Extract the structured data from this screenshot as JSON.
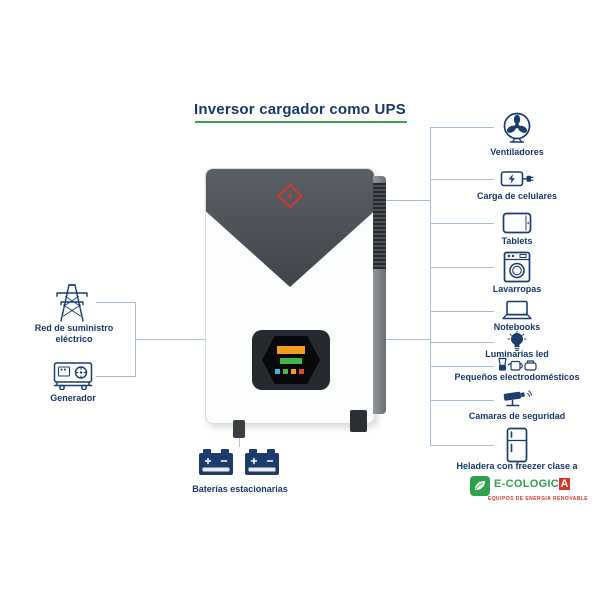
{
  "title": {
    "text": "Inversor cargador como UPS"
  },
  "sources": {
    "grid_label": "Red de suministro eléctrico",
    "generator_label": "Generador",
    "batteries_label": "Baterías estacionarias"
  },
  "loads": [
    {
      "label": "Ventiladores"
    },
    {
      "label": "Carga de celulares"
    },
    {
      "label": "Tablets"
    },
    {
      "label": "Lavarropas"
    },
    {
      "label": "Notebooks"
    },
    {
      "label": "Luminarias led"
    },
    {
      "label": "Pequeños electrodomésticos"
    },
    {
      "label": "Camaras de seguridad"
    },
    {
      "label": "Heladera con freezer clase a"
    }
  ],
  "logo": {
    "text_main": "E-COLOGIC",
    "text_accent": "A",
    "tagline": "EQUIPOS DE ENERGIA RENOVABLE"
  },
  "colors": {
    "navy": "#17386b",
    "green": "#35a348",
    "red": "#d8352a",
    "line": "#a6c0d4"
  }
}
